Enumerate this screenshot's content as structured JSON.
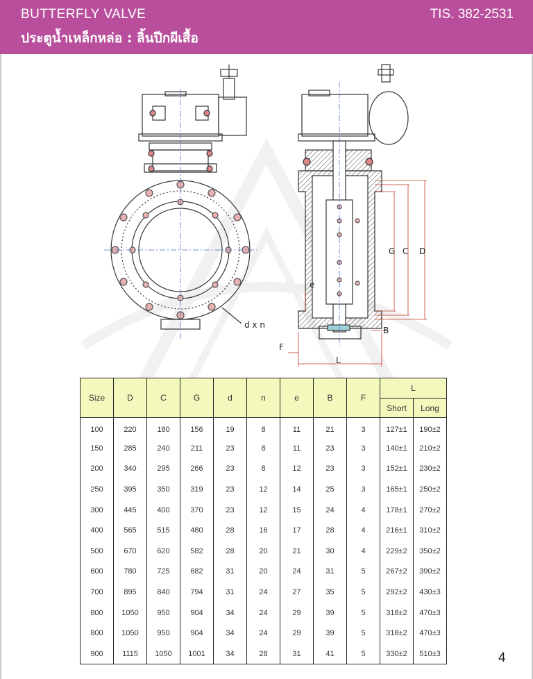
{
  "header": {
    "title_en": "BUTTERFLY VALVE",
    "title_th": "ประตูน้ำเหล็กหล่อ : ลิ้นปีกผีเสื้อ",
    "standard": "TIS. 382-2531",
    "background_color": "#b94f9c"
  },
  "drawing": {
    "labels": {
      "G": "G",
      "C": "C",
      "D": "D",
      "e": "e",
      "B": "B",
      "F": "F",
      "L": "L",
      "dxn": "d x n"
    }
  },
  "table": {
    "header_color": "#f3f9bd",
    "columns": [
      "Size",
      "D",
      "C",
      "G",
      "d",
      "n",
      "e",
      "B",
      "F"
    ],
    "group_label": "L",
    "sub_columns": [
      "Short",
      "Long"
    ],
    "rows": [
      [
        "100",
        "220",
        "180",
        "156",
        "19",
        "8",
        "11",
        "21",
        "3",
        "127±1",
        "190±2"
      ],
      [
        "150",
        "285",
        "240",
        "211",
        "23",
        "8",
        "11",
        "23",
        "3",
        "140±1",
        "210±2"
      ],
      [
        "200",
        "340",
        "295",
        "266",
        "23",
        "8",
        "12",
        "23",
        "3",
        "152±1",
        "230±2"
      ],
      [
        "250",
        "395",
        "350",
        "319",
        "23",
        "12",
        "14",
        "25",
        "3",
        "165±1",
        "250±2"
      ],
      [
        "300",
        "445",
        "400",
        "370",
        "23",
        "12",
        "15",
        "24",
        "4",
        "178±1",
        "270±2"
      ],
      [
        "400",
        "565",
        "515",
        "480",
        "28",
        "16",
        "17",
        "28",
        "4",
        "216±1",
        "310±2"
      ],
      [
        "500",
        "670",
        "620",
        "582",
        "28",
        "20",
        "21",
        "30",
        "4",
        "229±2",
        "350±2"
      ],
      [
        "600",
        "780",
        "725",
        "682",
        "31",
        "20",
        "24",
        "31",
        "5",
        "267±2",
        "390±2"
      ],
      [
        "700",
        "895",
        "840",
        "794",
        "31",
        "24",
        "27",
        "35",
        "5",
        "292±2",
        "430±3"
      ],
      [
        "800",
        "1050",
        "950",
        "904",
        "34",
        "24",
        "29",
        "39",
        "5",
        "318±2",
        "470±3"
      ],
      [
        "800",
        "1050",
        "950",
        "904",
        "34",
        "24",
        "29",
        "39",
        "5",
        "318±2",
        "470±3"
      ],
      [
        "900",
        "1115",
        "1050",
        "1001",
        "34",
        "28",
        "31",
        "41",
        "5",
        "330±2",
        "510±3"
      ]
    ]
  },
  "page_number": "4"
}
